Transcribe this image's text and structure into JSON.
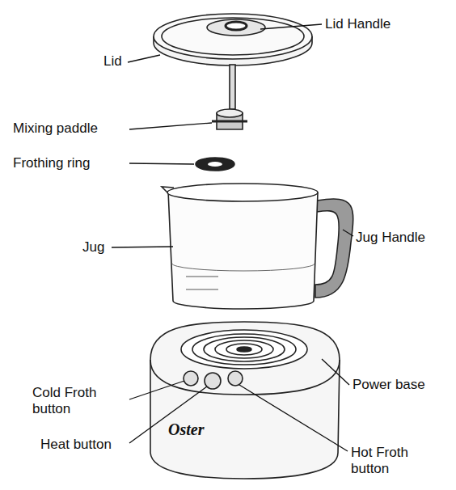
{
  "diagram": {
    "labels": [
      "Lid Handle",
      "Lid",
      "Mixing paddle",
      "Frothing ring",
      "Jug",
      "Jug Handle",
      "Cold Froth button",
      "Power base",
      "Heat button",
      "Hot Froth button",
      "Oster"
    ]
  }
}
